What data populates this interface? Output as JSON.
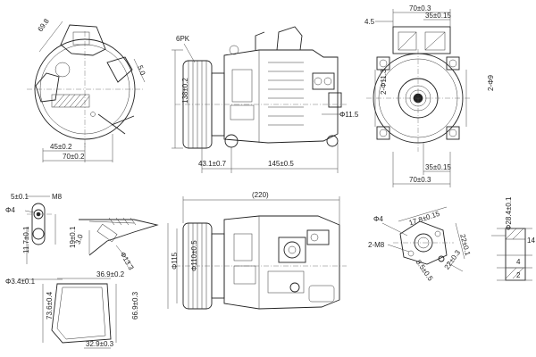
{
  "dimensions": {
    "top_left_69_8": "69.8",
    "top_left_5_0": "5.0",
    "top_left_45": "45±0.2",
    "top_left_70": "70±0.2",
    "front_6pk": "6PK",
    "front_138": "138±0.2",
    "front_phi11_5": "Φ11.5",
    "front_43_1": "43.1±0.7",
    "front_145": "145±0.5",
    "right_70": "70±0.3",
    "right_4_5": "4.5",
    "right_35": "35±0.15",
    "right_phi11_3": "2-Φ11.3",
    "right_phi9": "2-Φ9",
    "right_35_bottom": "35±0.15",
    "right_70_bottom": "70±0.3",
    "det_5": "5±0.1",
    "det_m8": "M8",
    "det_phi4": "Φ4",
    "det_11_7": "11.7±0.1",
    "det_19": "19±0.1",
    "det_3_0": "3.0",
    "det_phi13_3": "Φ13.3",
    "det_phi3_4": "Φ3.4±0.1",
    "det_36_9": "36.9±0.2",
    "det_73_6": "73.6±0.4",
    "det_66_9": "66.9±0.3",
    "det_32_9": "32.9±0.3",
    "bottom_220": "(220)",
    "bottom_phi115": "Φ115",
    "bottom_phi110": "Φ110±0.5",
    "port_phi4": "Φ4",
    "port_2m8": "2-M8",
    "port_17_8": "17.8±0.15",
    "port_22": "22±0.1",
    "port_22_b": "22±0.3",
    "port_8_5": "8.5±0.5",
    "flange_phi28_4": "Φ28.4±0.1",
    "flange_14": "14",
    "flange_4": "4",
    "flange_2": "2"
  }
}
